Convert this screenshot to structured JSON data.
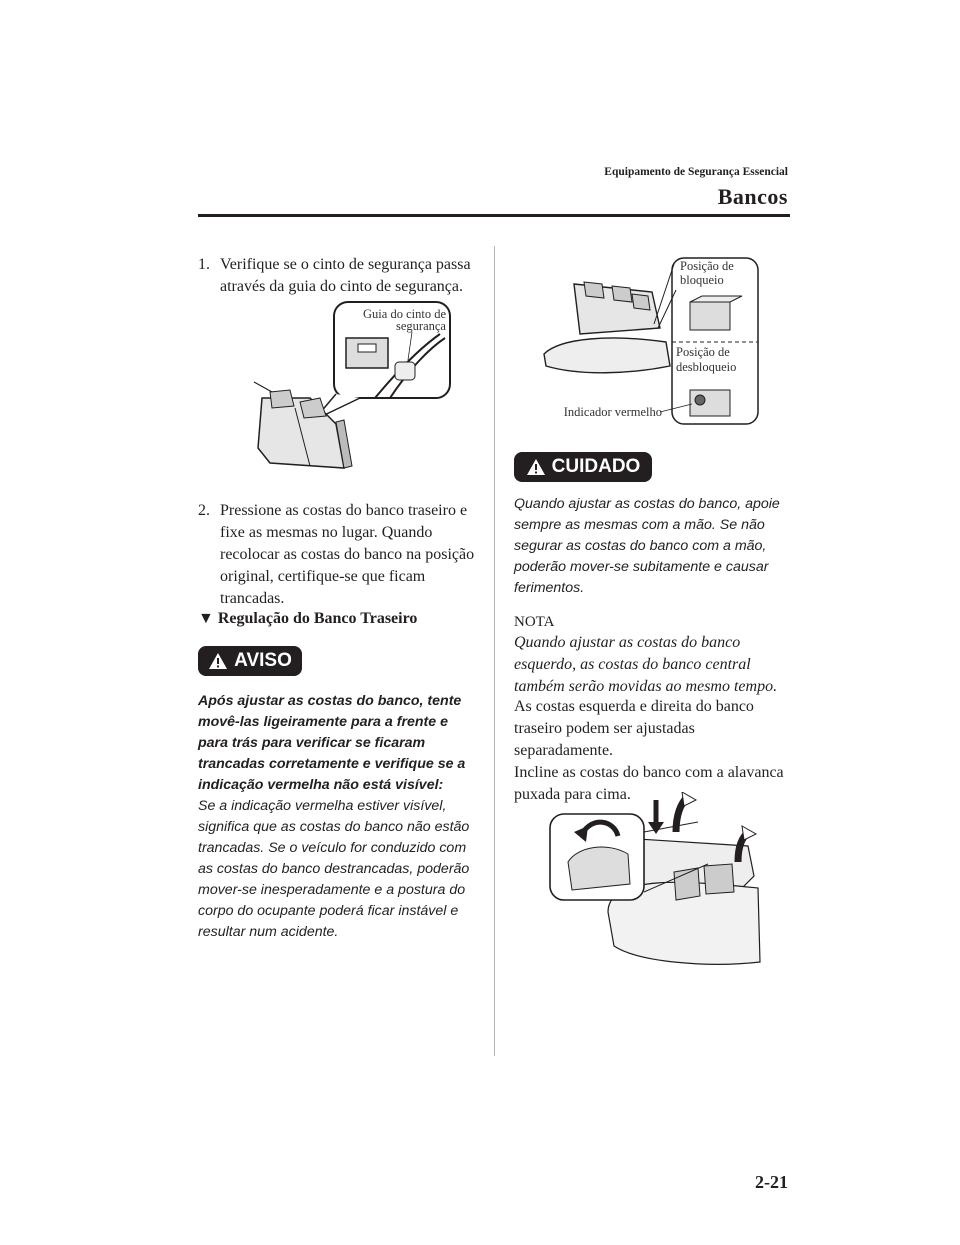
{
  "header": {
    "section": "Equipamento de Segurança Essencial",
    "chapter": "Bancos"
  },
  "steps": [
    {
      "number": "1.",
      "text": "Verifique se o cinto de segurança passa através da guia do cinto de segurança."
    },
    {
      "number": "2.",
      "text": "Pressione as costas do banco traseiro e fixe as mesmas no lugar. Quando recolocar as costas do banco na posição original, certifique-se que ficam trancadas."
    }
  ],
  "figure1": {
    "label_line1": "Guia do cinto de",
    "label_line2": "segurança"
  },
  "subheading": {
    "marker": "▼",
    "text": "Regulação do Banco Traseiro"
  },
  "aviso": {
    "badge": "AVISO",
    "bold_text": "Após ajustar as costas do banco, tente movê-las ligeiramente para a frente e para trás para verificar se ficaram trancadas corretamente e verifique se a indicação vermelha não está visível:",
    "text": "Se a indicação vermelha estiver visível, significa que as costas do banco não estão trancadas. Se o veículo for conduzido com as costas do banco destrancadas, poderão mover-se inesperadamente e a postura do corpo do ocupante poderá ficar instável e resultar num acidente."
  },
  "figure2": {
    "lock_line1": "Posição de",
    "lock_line2": "bloqueio",
    "unlock_line1": "Posição de",
    "unlock_line2": "desbloqueio",
    "indicator": "Indicador vermelho"
  },
  "cuidado": {
    "badge": "CUIDADO",
    "text": "Quando ajustar as costas do banco, apoie sempre as mesmas com a mão. Se não segurar as costas do banco com a mão, poderão mover-se subitamente e causar ferimentos."
  },
  "nota": {
    "title": "NOTA",
    "text": "Quando ajustar as costas do banco esquerdo, as costas do banco central também serão movidas ao mesmo tempo."
  },
  "paragraph1": "As costas esquerda e direita do banco traseiro podem ser ajustadas separadamente.",
  "paragraph2": "Incline as costas do banco com a alavanca puxada para cima.",
  "page_number": "2-21"
}
